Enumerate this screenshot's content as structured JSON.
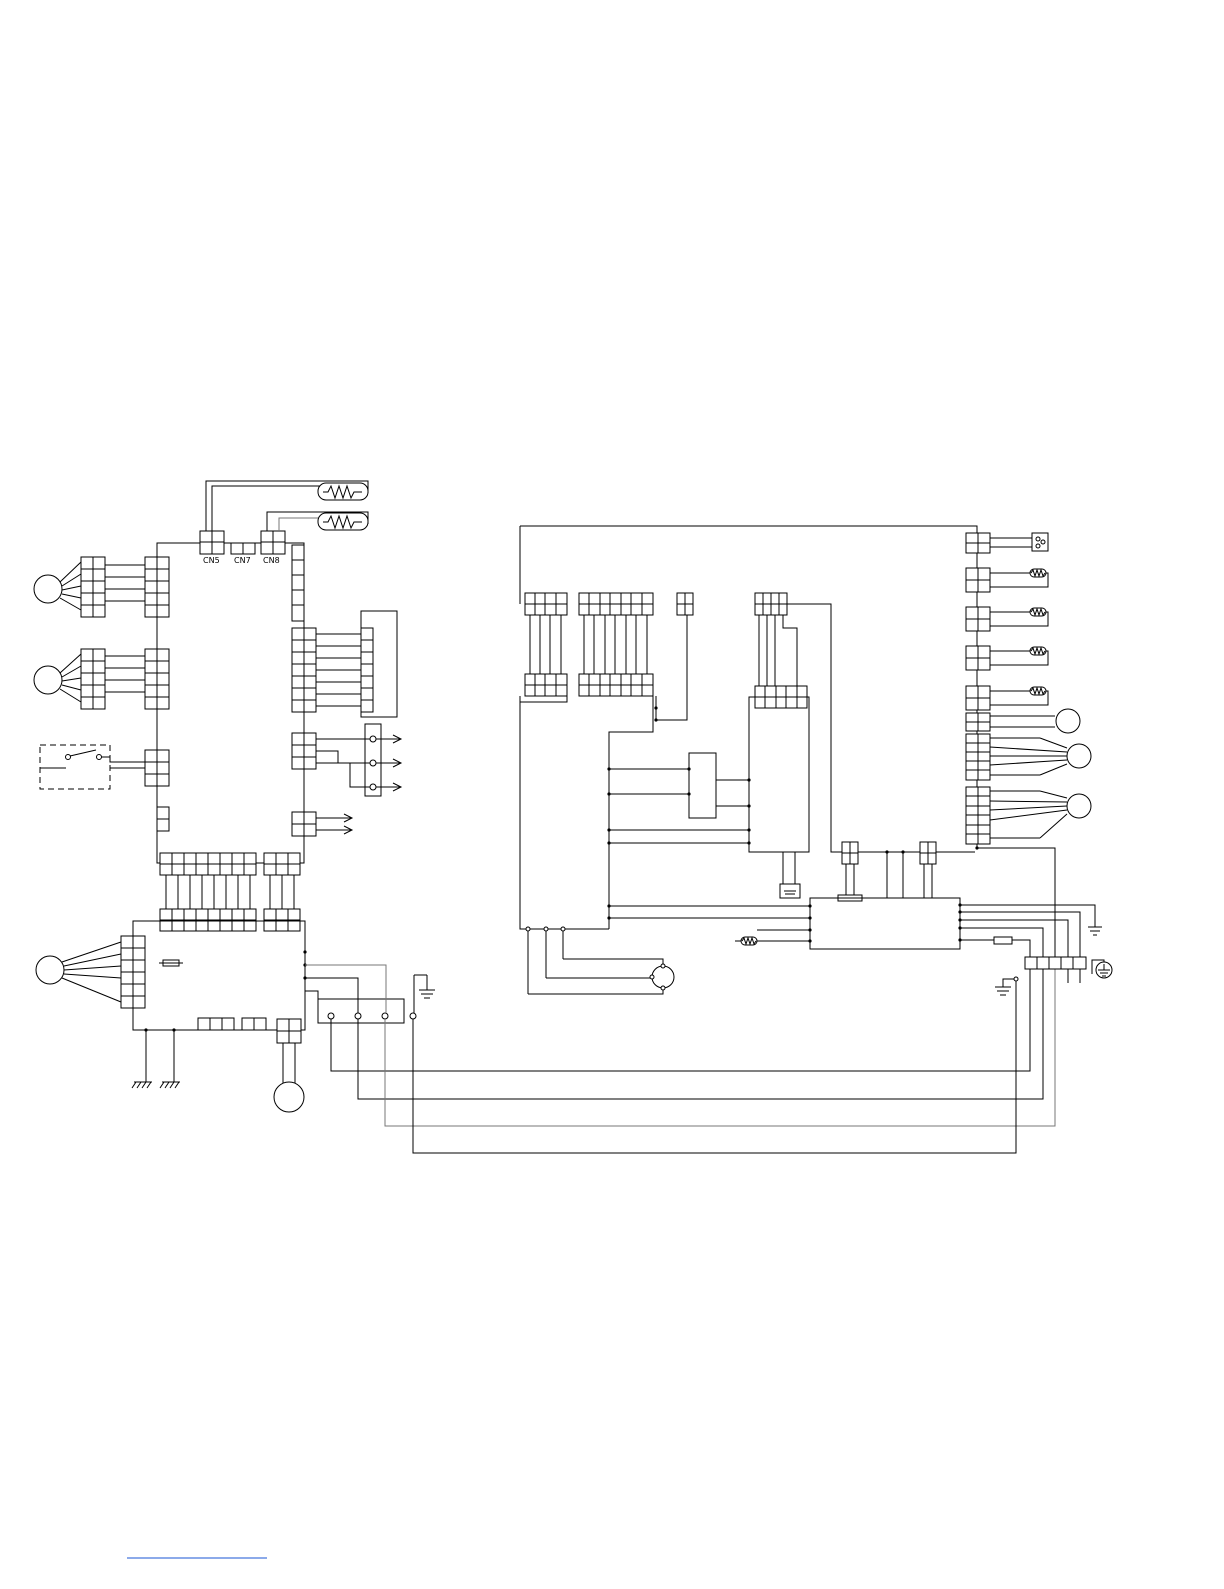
{
  "connector_labels": {
    "cn5": "CN5",
    "cn7": "CN7",
    "cn8": "CN8"
  },
  "colors": {
    "wire": "#000000",
    "gray_wire": "#777777",
    "footer_line": "#1a55d6"
  },
  "icons": [
    "motor-circle-icon",
    "heater-resistor-icon",
    "thermistor-icon",
    "ground-icon",
    "fuse-icon",
    "switch-icon",
    "terminal-block-icon"
  ]
}
